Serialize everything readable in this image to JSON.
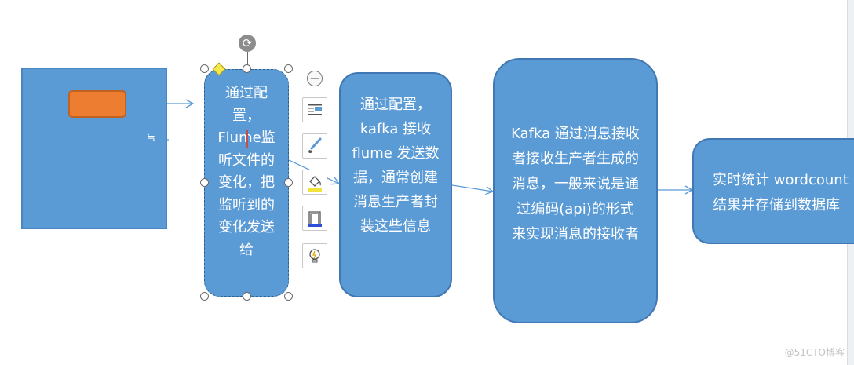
{
  "diagram": {
    "flume_box": {
      "text": "通过配置，Flume监听文件的变化，把监听到的变化发送给"
    },
    "kafka_receive_box": {
      "text": "通过配置，kafka 接收flume 发送数据，通常创建消息生产者封装这些信息"
    },
    "kafka_consumer_box": {
      "text": "Kafka 通过消息接收者接收生产者生成的消息，一般来说是通过编码(api)的形式来实现消息的接收者"
    },
    "result_box": {
      "line1": "实时统计 wordcount",
      "line2": "结果并存储到数据库"
    },
    "source_box": {
      "glyph": "≒"
    }
  },
  "toolbar": {
    "collapse_icon": "minus-circle-icon",
    "tools": [
      "layout-options-icon",
      "style-brush-icon",
      "fill-bucket-icon",
      "outline-icon",
      "light-bulb-icon"
    ]
  },
  "colors": {
    "shape_fill": "#5b9bd5",
    "shape_border": "#4178b3",
    "accent_orange": "#ed7d31",
    "connector": "#5b9bd5"
  },
  "watermark": "@51CTO博客"
}
